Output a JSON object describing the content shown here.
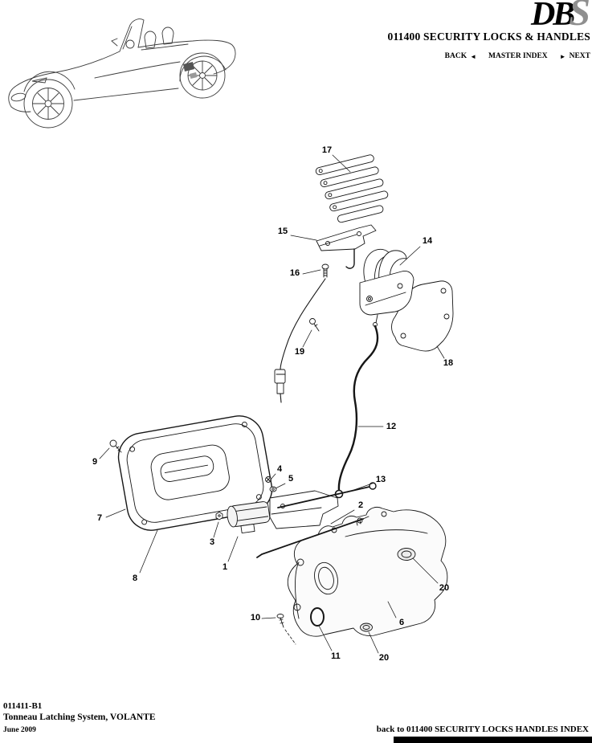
{
  "header": {
    "logo_db": "DB",
    "logo_s": "S",
    "title": "011400 SECURITY LOCKS & HANDLES",
    "nav": {
      "back_label": "BACK",
      "back_arrow": "◄",
      "master_index_label": "MASTER INDEX",
      "next_arrow": "►",
      "next_label": "NEXT"
    }
  },
  "diagram": {
    "description": "Exploded view of tonneau latching system with numbered part callouts",
    "callouts": [
      {
        "label": "17"
      },
      {
        "label": "15"
      },
      {
        "label": "16"
      },
      {
        "label": "14"
      },
      {
        "label": "19"
      },
      {
        "label": "18"
      },
      {
        "label": "12"
      },
      {
        "label": "9"
      },
      {
        "label": "4"
      },
      {
        "label": "5"
      },
      {
        "label": "13"
      },
      {
        "label": "2"
      },
      {
        "label": "7"
      },
      {
        "label": "3"
      },
      {
        "label": "8"
      },
      {
        "label": "1"
      },
      {
        "label": "20"
      },
      {
        "label": "10"
      },
      {
        "label": "6"
      },
      {
        "label": "11"
      },
      {
        "label": "20"
      }
    ]
  },
  "footer": {
    "doc_number": "011411-B1",
    "doc_title": "Tonneau Latching System, VOLANTE",
    "date": "June 2009",
    "index_link": "back to 011400 SECURITY LOCKS HANDLES INDEX"
  }
}
